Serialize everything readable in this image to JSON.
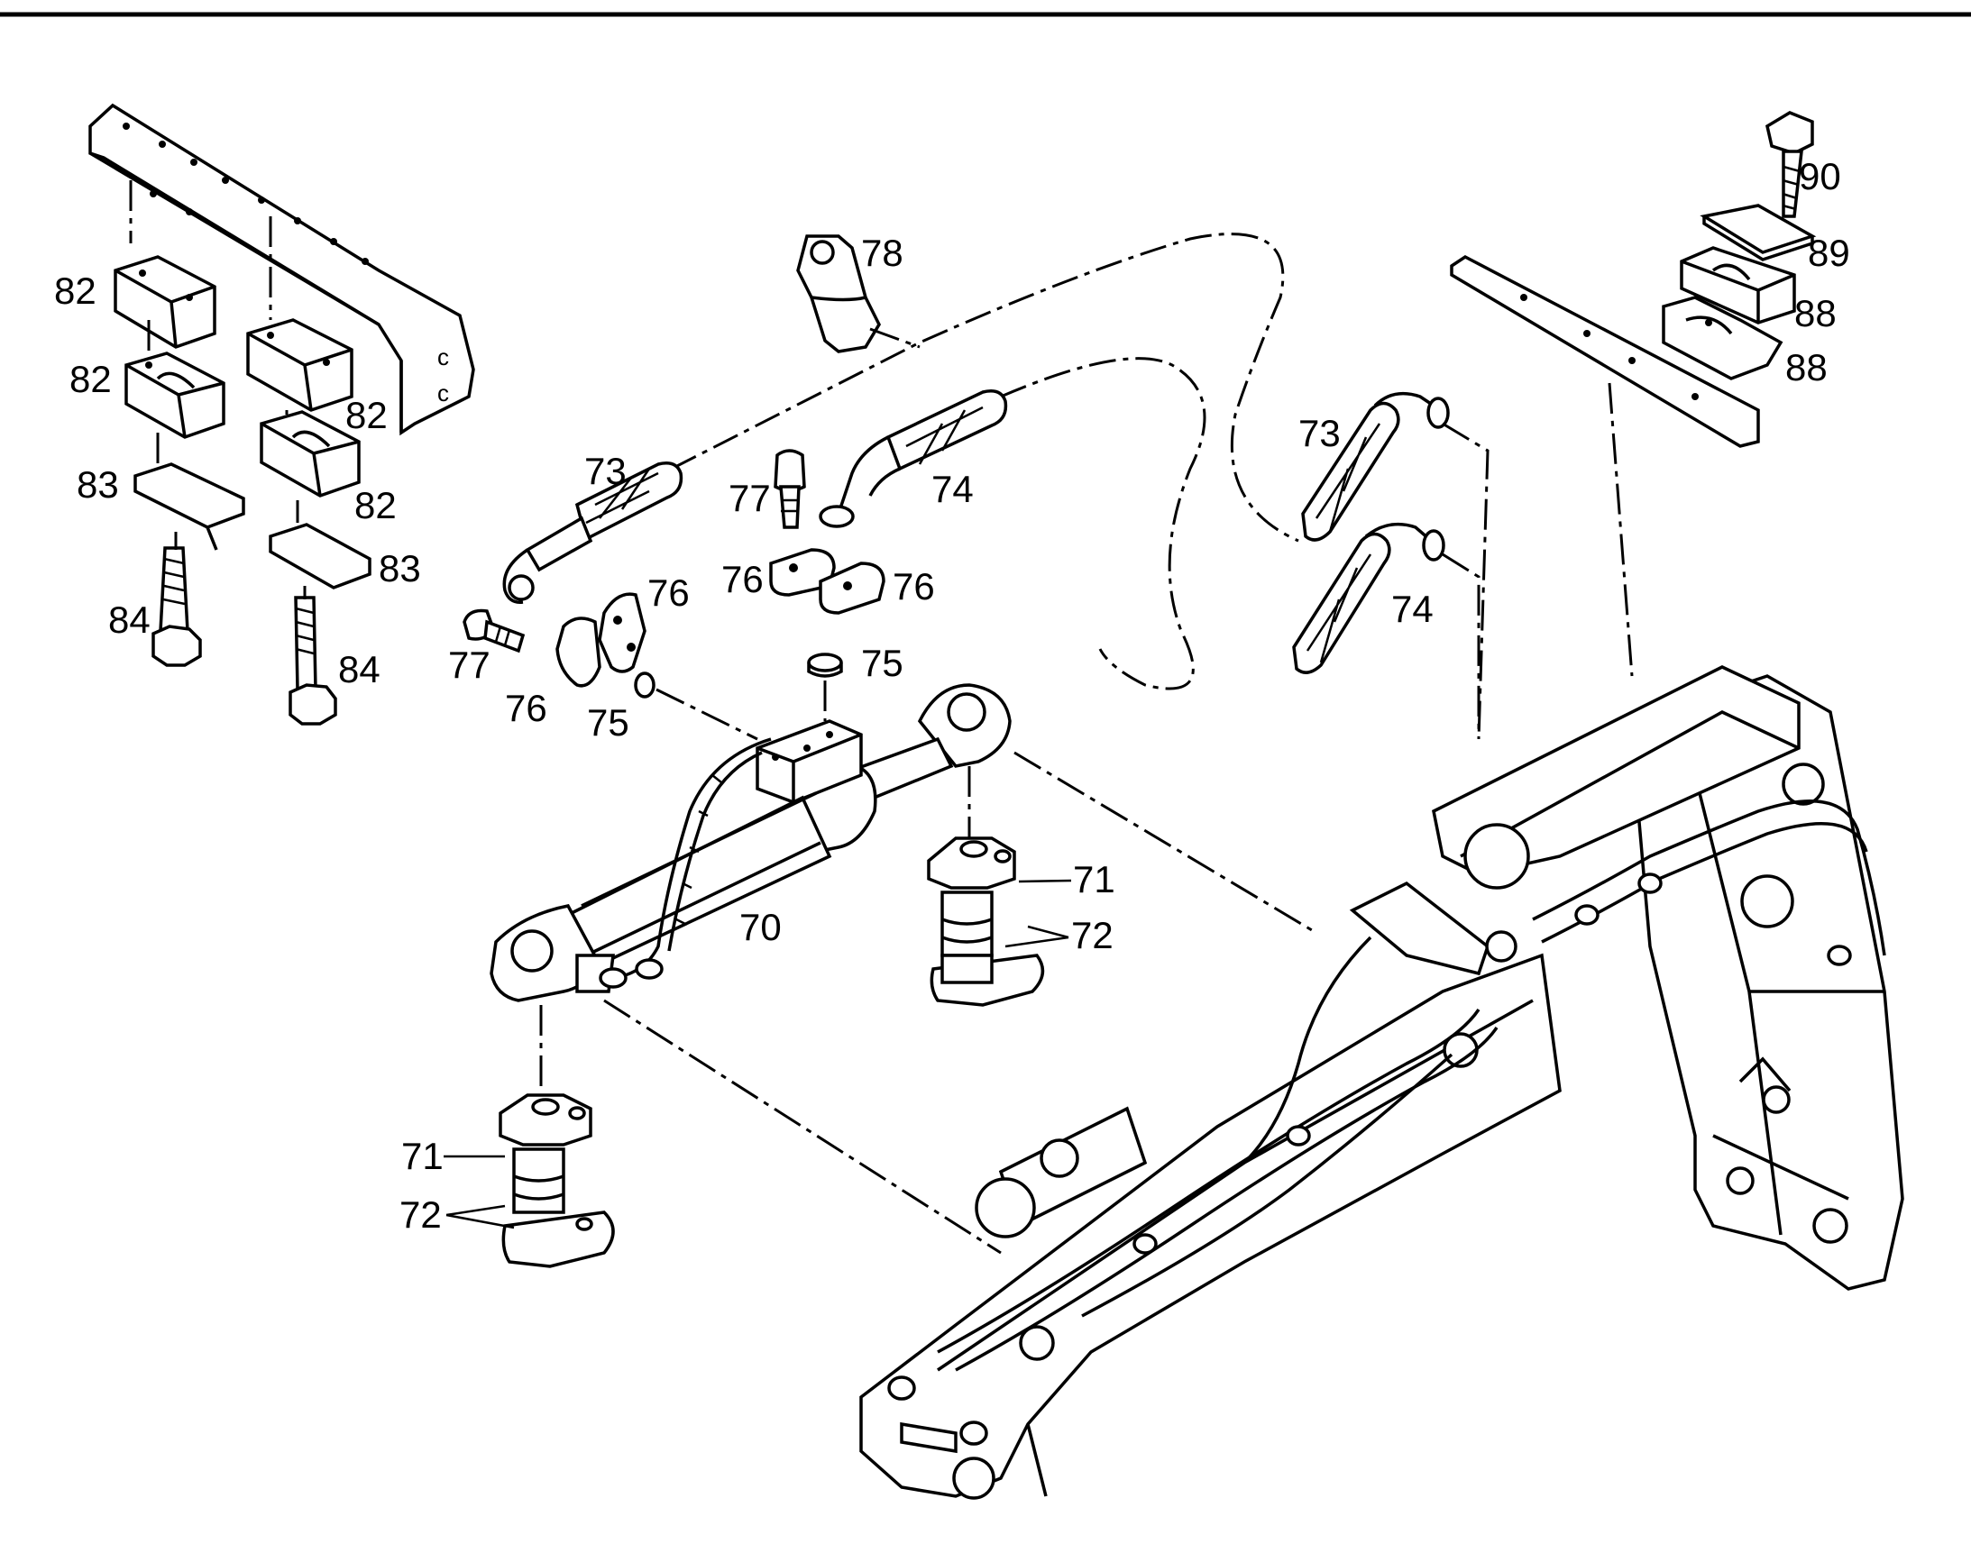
{
  "diagram": {
    "labels": {
      "l70": "70",
      "l71a": "71",
      "l71b": "71",
      "l72a": "72",
      "l72b": "72",
      "l73a": "73",
      "l73b": "73",
      "l74a": "74",
      "l74b": "74",
      "l75a": "75",
      "l75b": "75",
      "l76a": "76",
      "l76b": "76",
      "l76c": "76",
      "l76d": "76",
      "l77a": "77",
      "l77b": "77",
      "l78": "78",
      "l82a": "82",
      "l82b": "82",
      "l82c": "82",
      "l82d": "82",
      "l83a": "83",
      "l83b": "83",
      "l84a": "84",
      "l84b": "84",
      "l88a": "88",
      "l88b": "88",
      "l89": "89",
      "l90": "90"
    }
  }
}
